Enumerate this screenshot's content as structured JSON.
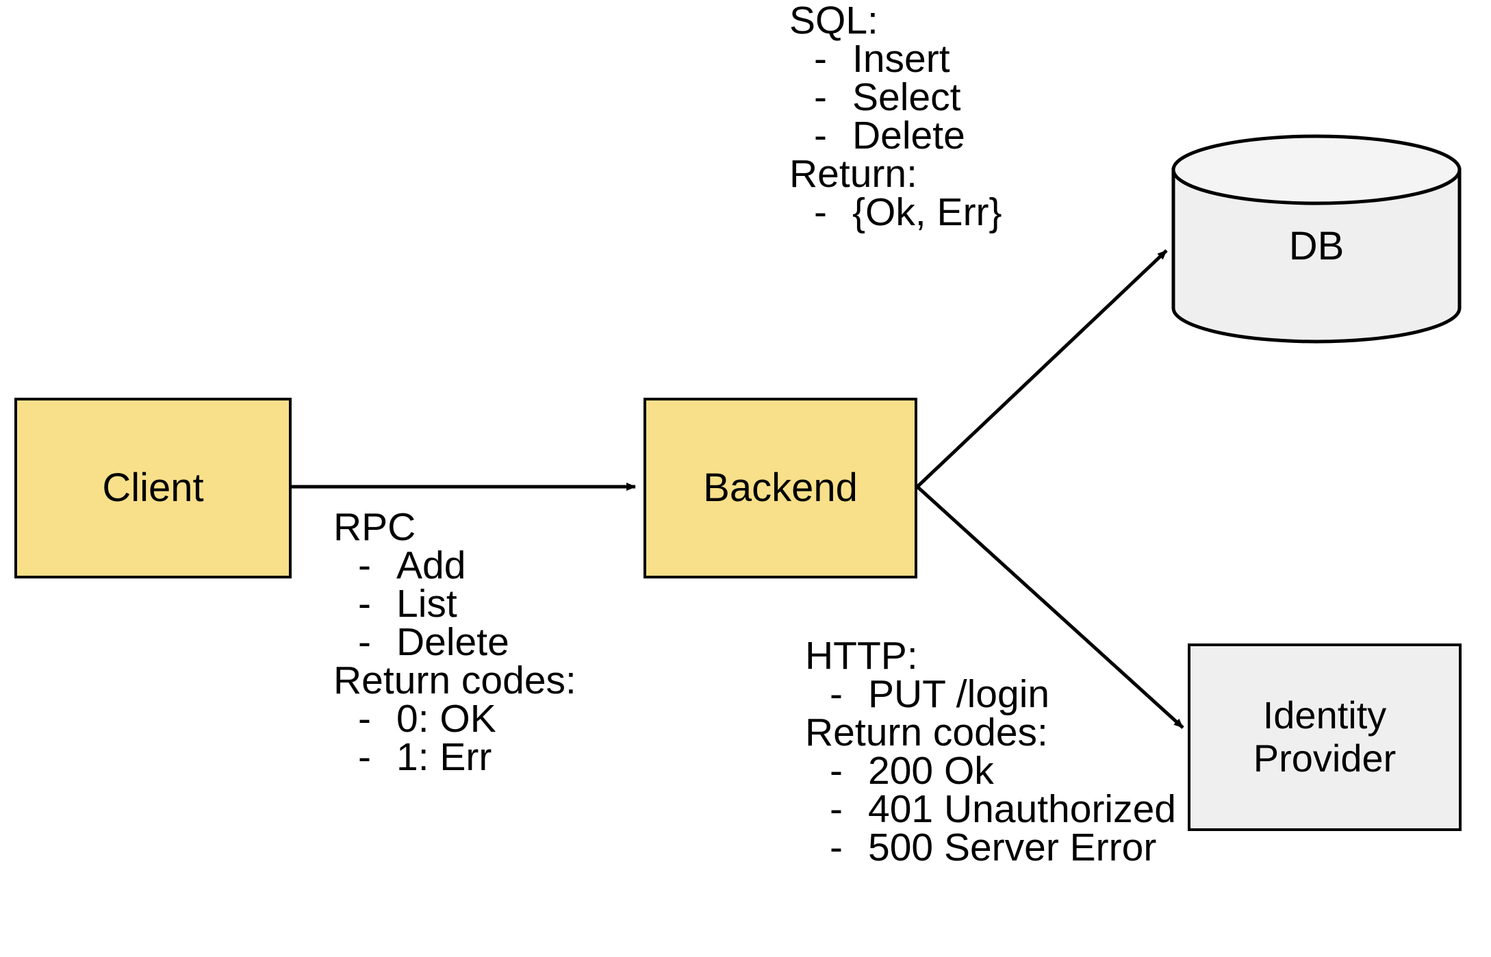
{
  "diagram": {
    "title": "Client / Backend / DB / Identity Provider architecture",
    "colors": {
      "service_fill": "#F8E08A",
      "external_fill": "#EFEFEF",
      "stroke": "#000000",
      "background": "#FFFFFF"
    }
  },
  "nodes": {
    "client": {
      "label": "Client",
      "shape": "rectangle",
      "fill": "#F8E08A"
    },
    "backend": {
      "label": "Backend",
      "shape": "rectangle",
      "fill": "#F8E08A"
    },
    "db": {
      "label": "DB",
      "shape": "cylinder",
      "fill": "#EFEFEF"
    },
    "identity_provider": {
      "label_line1": "Identity",
      "label_line2": "Provider",
      "shape": "rectangle",
      "fill": "#EFEFEF"
    }
  },
  "edges": {
    "client_to_backend": {
      "from": "client",
      "to": "backend",
      "style": "solid-arrow",
      "protocol": "RPC"
    },
    "backend_to_db": {
      "from": "backend",
      "to": "db",
      "style": "solid-arrow",
      "protocol": "SQL"
    },
    "backend_to_idp": {
      "from": "backend",
      "to": "identity_provider",
      "style": "solid-arrow",
      "protocol": "HTTP"
    }
  },
  "annotations": {
    "rpc": {
      "heading": "RPC",
      "bullet": "-",
      "items": [
        "Add",
        "List",
        "Delete"
      ],
      "returns_heading": "Return codes:",
      "returns": [
        "0: OK",
        "1: Err"
      ]
    },
    "sql": {
      "heading": "SQL:",
      "bullet": "-",
      "items": [
        "Insert",
        "Select",
        "Delete"
      ],
      "returns_heading": "Return:",
      "returns": [
        "{Ok, Err}"
      ]
    },
    "http": {
      "heading": "HTTP:",
      "bullet": "-",
      "items": [
        "PUT /login"
      ],
      "returns_heading": "Return codes:",
      "returns": [
        "200 Ok",
        "401 Unauthorized",
        "500 Server Error"
      ]
    }
  }
}
